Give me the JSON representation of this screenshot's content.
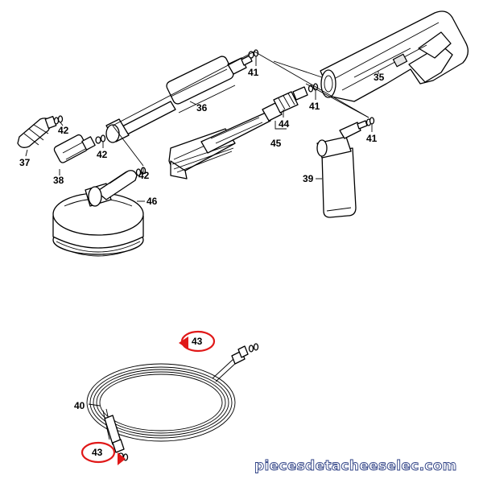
{
  "callouts": {
    "c35": "35",
    "c36": "36",
    "c37": "37",
    "c38": "38",
    "c39": "39",
    "c40": "40",
    "c41a": "41",
    "c41b": "41",
    "c41c": "41",
    "c42a": "42",
    "c42b": "42",
    "c42c": "42",
    "c43a": "43",
    "c43b": "43",
    "c44": "44",
    "c45": "45",
    "c46": "46"
  },
  "watermark": "piecesdetacheeselec.com",
  "colors": {
    "highlight": "#e01818",
    "watermark_outline": "#2c3f84",
    "line": "#000000"
  }
}
